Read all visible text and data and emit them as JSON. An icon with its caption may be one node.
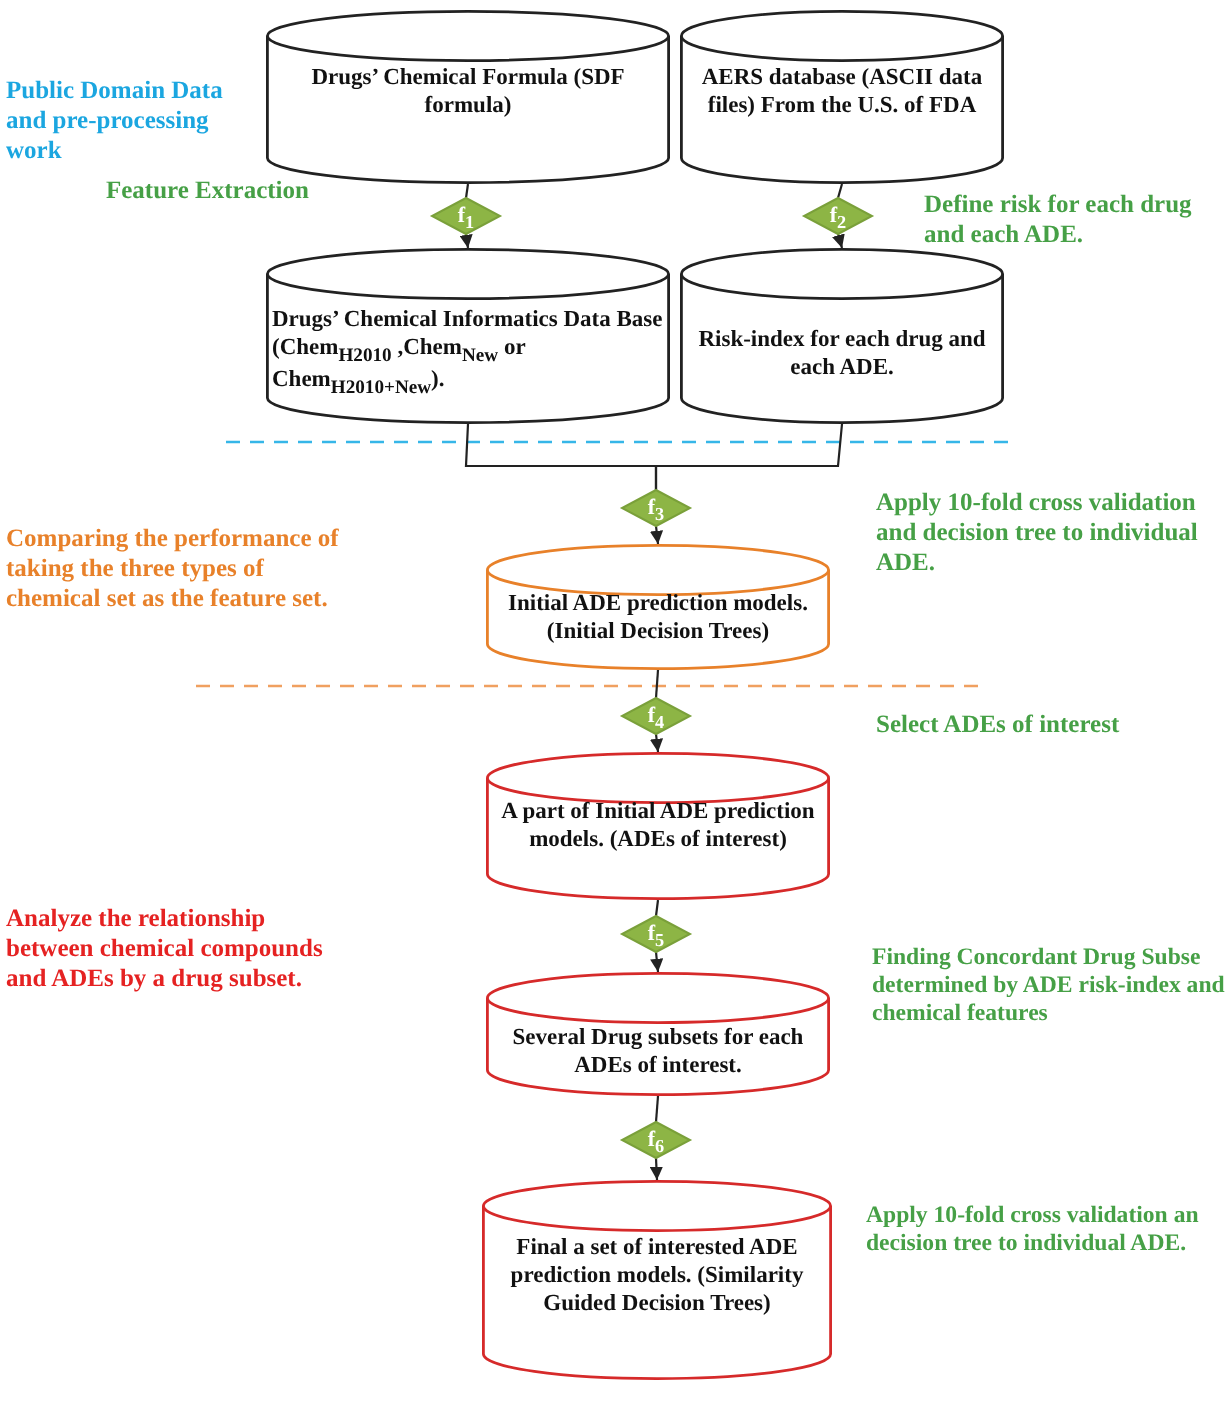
{
  "diagram": {
    "nodes": [
      {
        "text": [
          "Drugs’ Chemical Formula (SDF formula)"
        ]
      },
      {
        "text": [
          "AERS database (ASCII data files) From the U.S. of FDA"
        ]
      },
      {
        "text": [
          "f$_{1}$"
        ]
      },
      {
        "text": [
          "f$_{2}$"
        ]
      },
      {
        "text": [
          "Drugs’ Chemical Informatics Data Base (Chem$_{H2010}$ ,Chem$_{New}$ or Chem$_{H2010+New}$)."
        ]
      },
      {
        "text": [
          "Risk-index for each drug and each ADE."
        ]
      },
      {
        "text": [
          "f$_{3}$"
        ]
      },
      {
        "text": [
          "Initial ADE prediction models. (Initial Decision Trees)"
        ]
      },
      {
        "text": [
          "f$_{4}$"
        ]
      },
      {
        "text": [
          "A part of Initial ADE prediction models. (ADEs of interest)"
        ]
      },
      {
        "text": [
          "f$_{5}$"
        ]
      },
      {
        "text": [
          "Several Drug subsets for each ADEs of interest."
        ]
      },
      {
        "text": [
          "f$_{6}$"
        ]
      },
      {
        "text": [
          "Final a set of interested ADE prediction models. (Similarity Guided Decision Trees)"
        ]
      }
    ],
    "edges": [
      {
        "from": 0,
        "to": 2,
        "arrow": "none"
      },
      {
        "from": 2,
        "to": 4,
        "arrow": "to"
      },
      {
        "from": 1,
        "to": 3,
        "arrow": "none"
      },
      {
        "from": 3,
        "to": 5,
        "arrow": "to"
      },
      {
        "from": 4,
        "to": 6,
        "arrow": "none"
      },
      {
        "from": 5,
        "to": 6,
        "arrow": "none"
      },
      {
        "from": 6,
        "to": 7,
        "arrow": "to"
      },
      {
        "from": 7,
        "to": 8,
        "arrow": "none"
      },
      {
        "from": 8,
        "to": 9,
        "arrow": "to"
      },
      {
        "from": 9,
        "to": 10,
        "arrow": "none"
      },
      {
        "from": 10,
        "to": 11,
        "arrow": "to"
      },
      {
        "from": 11,
        "to": 12,
        "arrow": "none"
      },
      {
        "from": 12,
        "to": 13,
        "arrow": "to"
      }
    ],
    "labels": [
      "Public Domain Data and pre-processing work",
      "Feature Extraction",
      "Define risk for each drug and each ADE.",
      "Apply 10-fold cross validation and decision tree to individual ADE.",
      "Comparing the performance of taking the three types of chemical set as the feature set.",
      "Select ADEs of interest",
      "Analyze the relationship between chemical compounds and ADEs by a drug subset.",
      "Finding Concordant Drug Subse determined by ADE risk-index and chemical features",
      "Apply 10-fold cross validation an decision tree to individual ADE."
    ]
  }
}
